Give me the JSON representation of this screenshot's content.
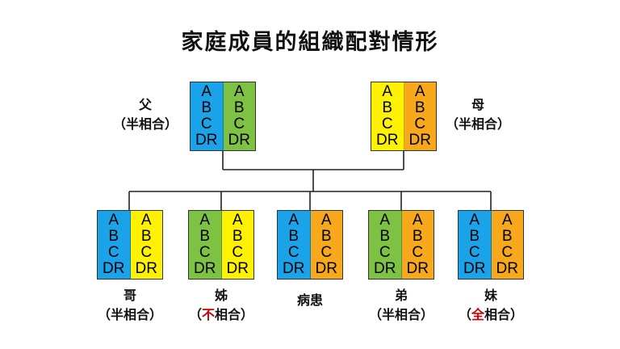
{
  "title": "家庭成員的組織配對情形",
  "alleles": [
    "A",
    "B",
    "C",
    "DR"
  ],
  "colors": {
    "blue": "#1aa3e8",
    "green": "#7dc243",
    "yellow": "#fff200",
    "orange": "#f7a81b"
  },
  "people": {
    "father": {
      "name": "父",
      "match_open": "（",
      "match_highlight": "",
      "match_rest": "半相合）",
      "left_color": "blue",
      "right_color": "green"
    },
    "mother": {
      "name": "母",
      "match_open": "（",
      "match_highlight": "",
      "match_rest": "半相合）",
      "left_color": "yellow",
      "right_color": "orange"
    },
    "brother": {
      "name": "哥",
      "match_open": "（",
      "match_highlight": "",
      "match_rest": "半相合）",
      "left_color": "blue",
      "right_color": "yellow"
    },
    "sister": {
      "name": "姊",
      "match_open": "（",
      "match_highlight": "不",
      "match_rest": "相合）",
      "left_color": "green",
      "right_color": "yellow"
    },
    "patient": {
      "name": "病患",
      "left_color": "blue",
      "right_color": "orange"
    },
    "younger_brother": {
      "name": "弟",
      "match_open": "（",
      "match_highlight": "",
      "match_rest": "半相合）",
      "left_color": "green",
      "right_color": "orange"
    },
    "younger_sister": {
      "name": "妹",
      "match_open": "（",
      "match_highlight": "全",
      "match_rest": "相合）",
      "left_color": "blue",
      "right_color": "orange"
    }
  }
}
